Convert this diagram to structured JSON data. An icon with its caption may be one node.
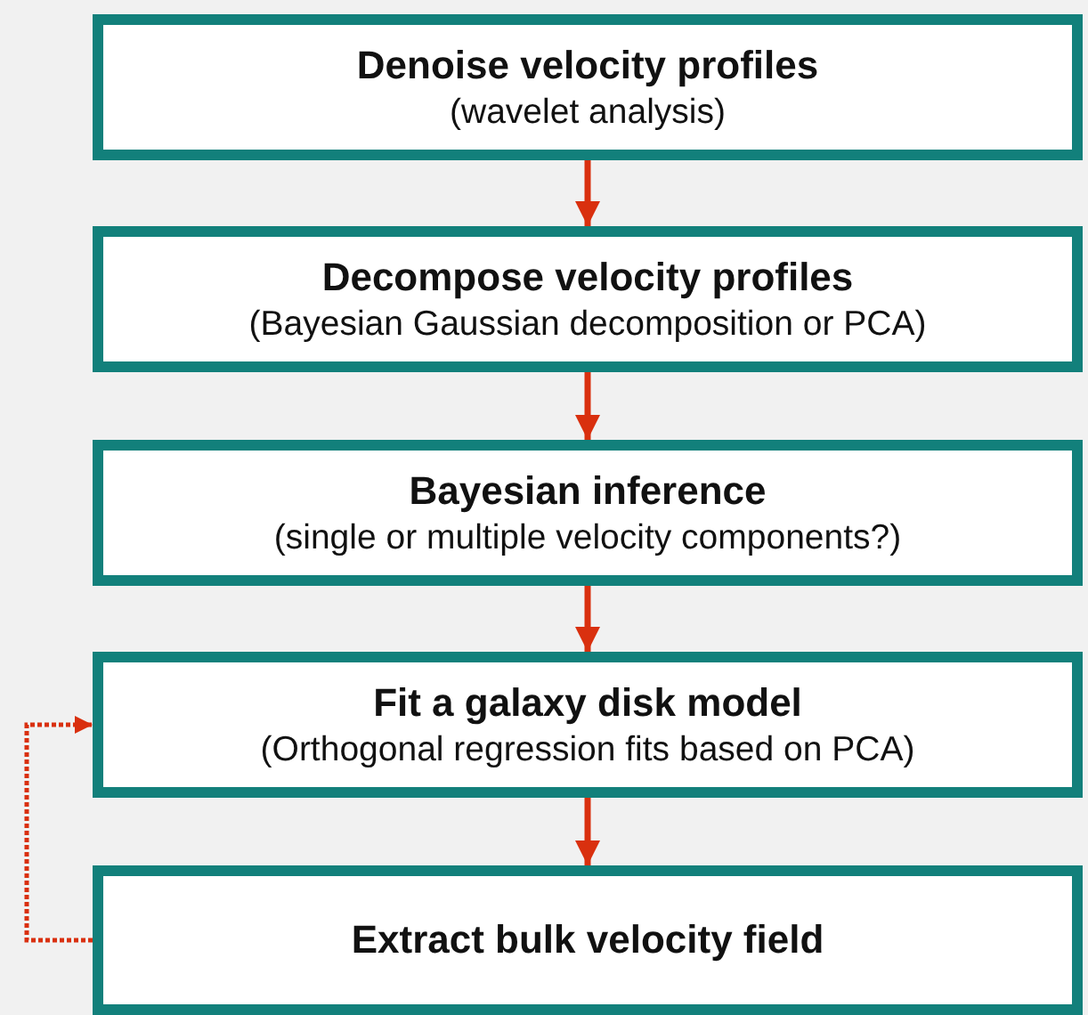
{
  "diagram": {
    "nodes": [
      {
        "text": [
          "Denoise velocity profiles",
          "(wavelet analysis)"
        ]
      },
      {
        "text": [
          "Decompose velocity profiles",
          "(Bayesian Gaussian decomposition or PCA)"
        ]
      },
      {
        "text": [
          "Bayesian inference",
          "(single or multiple velocity components?)"
        ]
      },
      {
        "text": [
          "Fit a galaxy disk model",
          "(Orthogonal regression fits based on PCA)"
        ]
      },
      {
        "text": [
          "Extract bulk velocity field"
        ]
      }
    ],
    "edges": [
      {
        "from": 0,
        "to": 1,
        "arrow": "to"
      },
      {
        "from": 1,
        "to": 2,
        "arrow": "to"
      },
      {
        "from": 2,
        "to": 3,
        "arrow": "to"
      },
      {
        "from": 3,
        "to": 4,
        "arrow": "to"
      },
      {
        "from": 4,
        "to": 3,
        "arrow": "to",
        "style": "dashed"
      }
    ]
  }
}
